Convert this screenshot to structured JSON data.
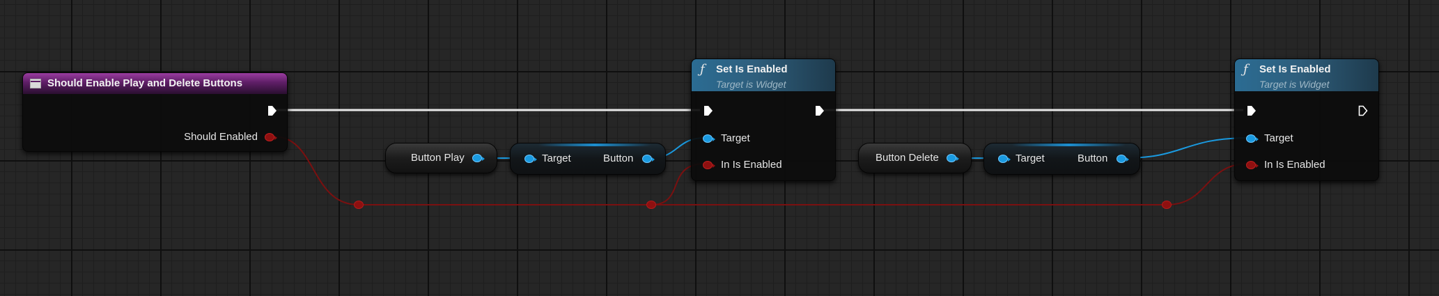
{
  "event_node": {
    "title": "Should Enable Play and Delete Buttons",
    "output_label": "Should Enabled"
  },
  "set_enabled_1": {
    "title": "Set Is Enabled",
    "subtitle": "Target is Widget",
    "target_label": "Target",
    "enabled_label": "In Is Enabled"
  },
  "set_enabled_2": {
    "title": "Set Is Enabled",
    "subtitle": "Target is Widget",
    "target_label": "Target",
    "enabled_label": "In Is Enabled"
  },
  "var_play": {
    "label": "Button Play"
  },
  "cast_play": {
    "target_label": "Target",
    "output_label": "Button"
  },
  "var_delete": {
    "label": "Button Delete"
  },
  "cast_delete": {
    "target_label": "Target",
    "output_label": "Button"
  },
  "colors": {
    "exec": "#ffffff",
    "object_pin": "#1a9ae0",
    "bool_pin": "#8e1010",
    "event_header": "#5e1e66",
    "function_header": "#2b6c93"
  }
}
